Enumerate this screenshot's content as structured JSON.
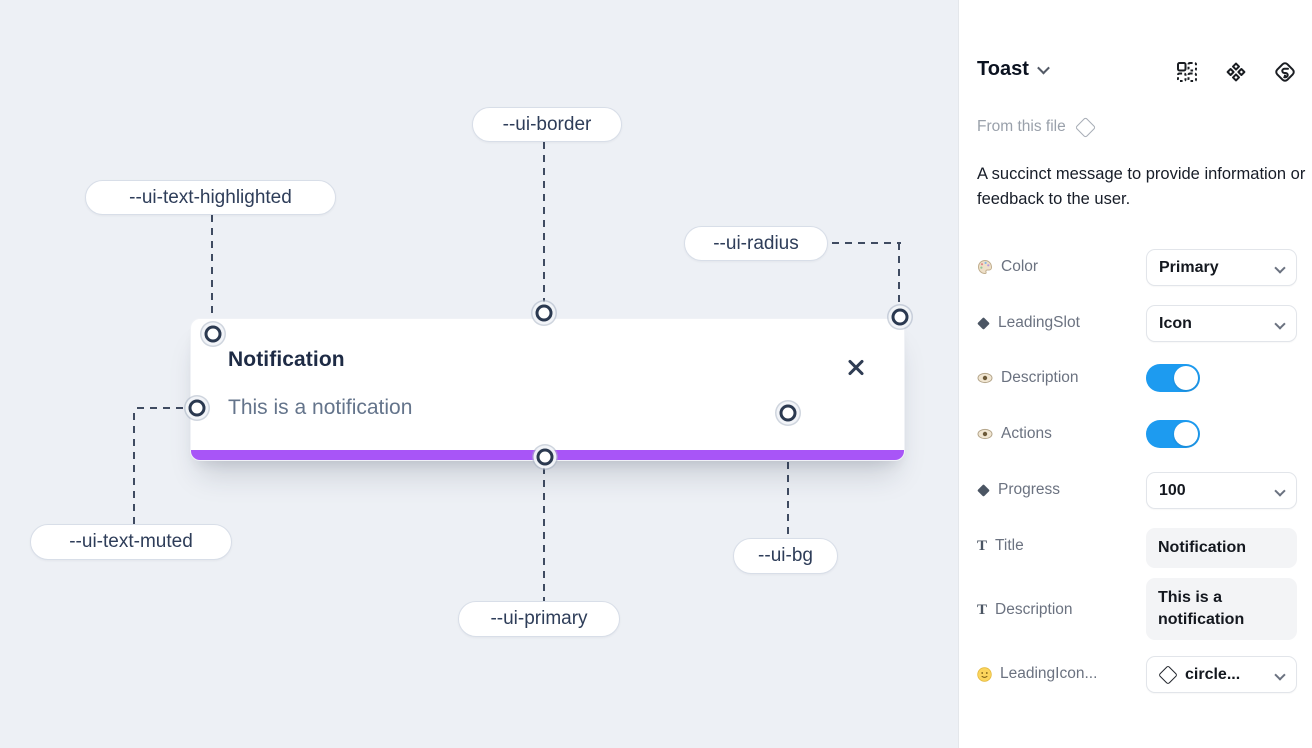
{
  "canvas": {
    "toast": {
      "title": "Notification",
      "description": "This is a notification",
      "close_icon": "x-close",
      "progress_color": "#a855f7"
    },
    "labels": [
      {
        "id": "ui-border",
        "text": "--ui-border"
      },
      {
        "id": "ui-text-highlighted",
        "text": "--ui-text-highlighted"
      },
      {
        "id": "ui-radius",
        "text": "--ui-radius"
      },
      {
        "id": "ui-text-muted",
        "text": "--ui-text-muted"
      },
      {
        "id": "ui-primary",
        "text": "--ui-primary"
      },
      {
        "id": "ui-bg",
        "text": "--ui-bg"
      }
    ]
  },
  "panel": {
    "component_name": "Toast",
    "header_icons": [
      "dashed-frame-icon",
      "diamonds-component-icon",
      "logo-diamond-icon"
    ],
    "source_label": "From this file",
    "source_icon": "diamond-outline-icon",
    "description": "A succinct message to provide information or feedback to the user.",
    "properties": [
      {
        "label": "Color",
        "icon": "palette-icon",
        "control": "select",
        "value": "Primary"
      },
      {
        "label": "LeadingSlot",
        "icon": "diamond-icon",
        "control": "select",
        "value": "Icon"
      },
      {
        "label": "Description",
        "icon": "eye-icon",
        "control": "toggle",
        "value": "on"
      },
      {
        "label": "Actions",
        "icon": "eye-icon",
        "control": "toggle",
        "value": "on"
      },
      {
        "label": "Progress",
        "icon": "diamond-icon",
        "control": "select",
        "value": "100"
      },
      {
        "label": "Title",
        "icon": "text-icon",
        "icon_glyph": "T",
        "control": "text",
        "value": "Notification"
      },
      {
        "label": "Description",
        "icon": "text-icon",
        "icon_glyph": "T",
        "control": "text",
        "value": "This is a notification"
      },
      {
        "label": "LeadingIcon...",
        "icon": "smiley-icon",
        "control": "select",
        "value": "circle...",
        "value_icon": "diamond-outline-icon"
      }
    ],
    "colors": {
      "toggle_on": "#1d9bf0",
      "primary_purple": "#a855f7"
    }
  }
}
